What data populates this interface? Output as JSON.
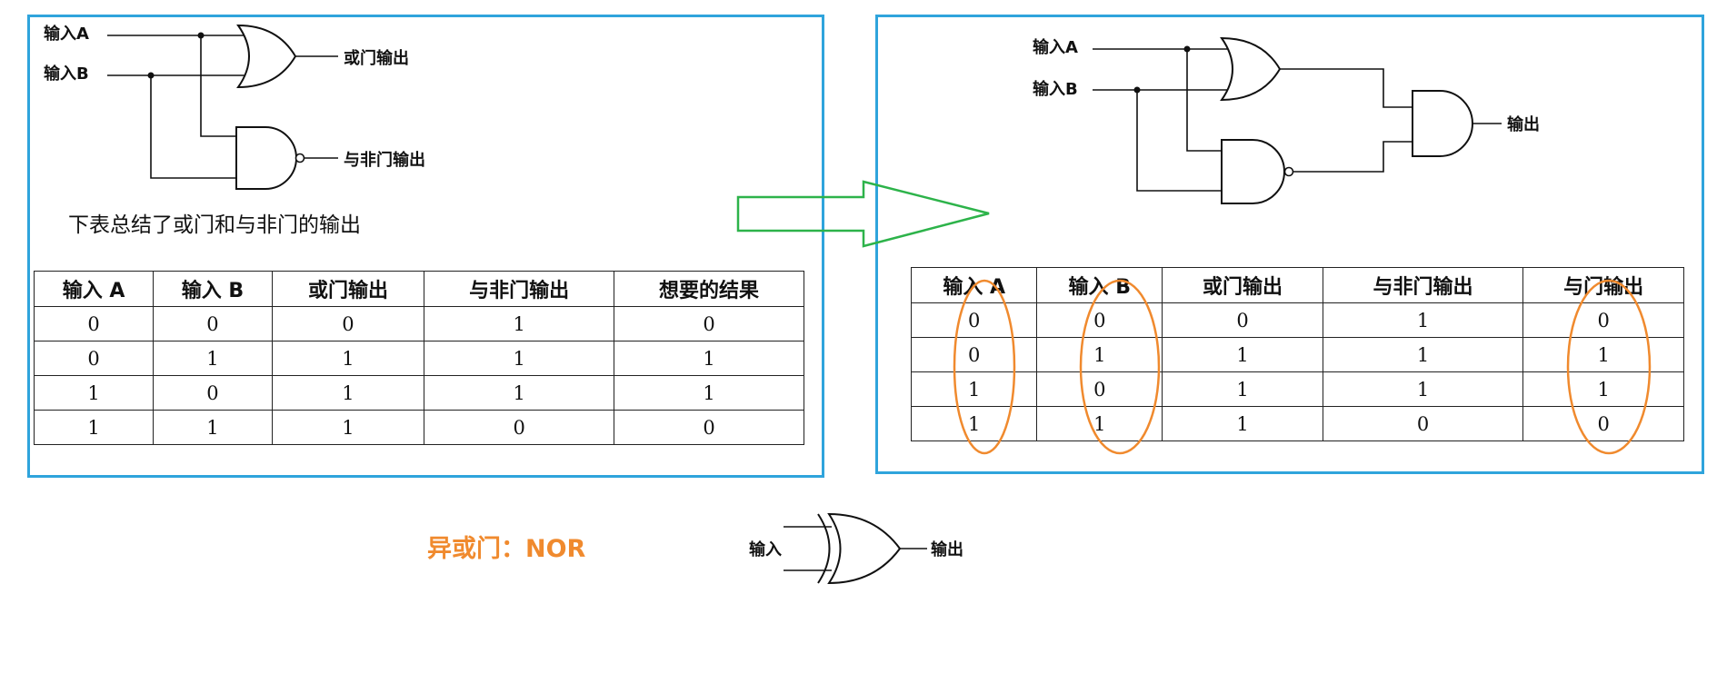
{
  "left_panel": {
    "circuit": {
      "input_a": "输入A",
      "input_b": "输入B",
      "or_output": "或门输出",
      "nand_output": "与非门输出"
    },
    "caption": "下表总结了或门和与非门的输出",
    "table": {
      "headers": [
        "输入 A",
        "输入 B",
        "或门输出",
        "与非门输出",
        "想要的结果"
      ],
      "rows": [
        [
          "0",
          "0",
          "0",
          "1",
          "0"
        ],
        [
          "0",
          "1",
          "1",
          "1",
          "1"
        ],
        [
          "1",
          "0",
          "1",
          "1",
          "1"
        ],
        [
          "1",
          "1",
          "1",
          "0",
          "0"
        ]
      ]
    }
  },
  "right_panel": {
    "circuit": {
      "input_a": "输入A",
      "input_b": "输入B",
      "output": "输出"
    },
    "table": {
      "headers": [
        "输入 A",
        "输入 B",
        "或门输出",
        "与非门输出",
        "与门输出"
      ],
      "rows": [
        [
          "0",
          "0",
          "0",
          "1",
          "0"
        ],
        [
          "0",
          "1",
          "1",
          "1",
          "1"
        ],
        [
          "1",
          "0",
          "1",
          "1",
          "1"
        ],
        [
          "1",
          "1",
          "1",
          "0",
          "0"
        ]
      ]
    }
  },
  "xor_section": {
    "label": "异或门：NOR",
    "input_label": "输入",
    "output_label": "输出"
  },
  "colors": {
    "panel_border": "#2fa4dc",
    "arrow": "#2db34a",
    "highlight": "#f08a2e"
  }
}
